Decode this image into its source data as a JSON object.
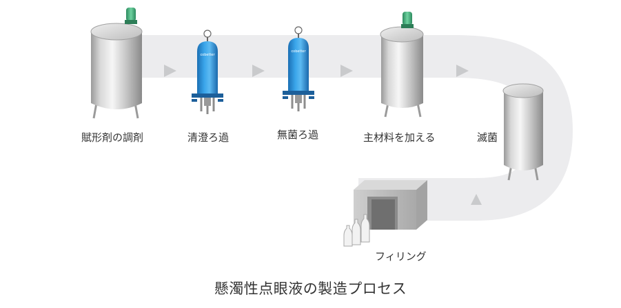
{
  "colors": {
    "conveyor": "#ececee",
    "arrow": "#c9cacc",
    "steel_light": "#f4f4f4",
    "steel_mid": "#b9b9b9",
    "steel_dark": "#8d8d8d",
    "filter_blue": "#2f9ae0",
    "filter_blue_dark": "#1a6fb0",
    "lamp_green": "#3fae7a"
  },
  "icons": [
    "mixing-tank-icon",
    "filter-housing-icon",
    "sterilizer-tank-icon",
    "filling-booth-icon",
    "bottle-icon",
    "flow-arrow-icon"
  ],
  "steps": {
    "prep": "賦形剤の調剤",
    "clarify": "清澄ろ過",
    "sterile_filter": "無菌ろ過",
    "add_main": "主材料を加える",
    "sterilize": "滅菌",
    "filling": "フィリング"
  },
  "filter_brand": "cobetter",
  "title": "懸濁性点眼液の製造プロセス"
}
